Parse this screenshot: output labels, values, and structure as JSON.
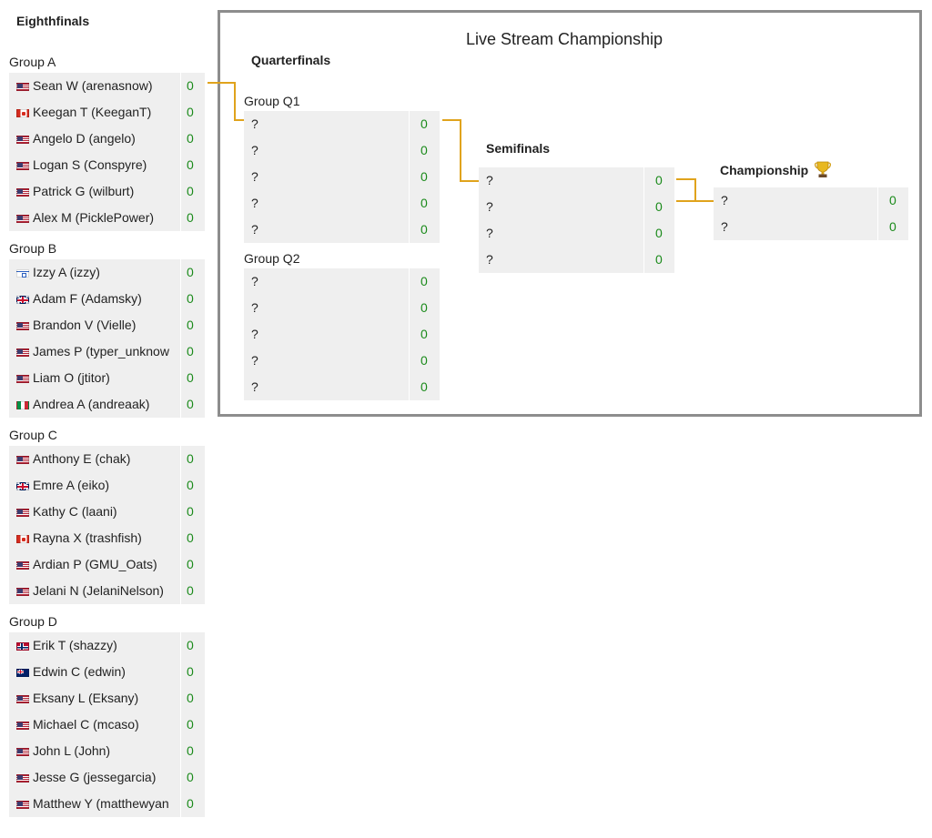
{
  "eighthfinals": {
    "title": "Eighthfinals",
    "groups": [
      {
        "label": "Group A",
        "players": [
          {
            "flag": "us",
            "name": "Sean W (arenasnow)",
            "score": "0"
          },
          {
            "flag": "ca",
            "name": "Keegan T (KeeganT)",
            "score": "0"
          },
          {
            "flag": "us",
            "name": "Angelo D (angelo)",
            "score": "0"
          },
          {
            "flag": "us",
            "name": "Logan S (Conspyre)",
            "score": "0"
          },
          {
            "flag": "us",
            "name": "Patrick G (wilburt)",
            "score": "0"
          },
          {
            "flag": "us",
            "name": "Alex M (PicklePower)",
            "score": "0"
          }
        ]
      },
      {
        "label": "Group B",
        "players": [
          {
            "flag": "il",
            "name": "Izzy A (izzy)",
            "score": "0"
          },
          {
            "flag": "gb",
            "name": "Adam F (Adamsky)",
            "score": "0"
          },
          {
            "flag": "us",
            "name": "Brandon V (Vielle)",
            "score": "0"
          },
          {
            "flag": "us",
            "name": "James P (typer_unknow",
            "score": "0"
          },
          {
            "flag": "us",
            "name": "Liam O (jtitor)",
            "score": "0"
          },
          {
            "flag": "it",
            "name": "Andrea A (andreaak)",
            "score": "0"
          }
        ]
      },
      {
        "label": "Group C",
        "players": [
          {
            "flag": "us",
            "name": "Anthony E (chak)",
            "score": "0"
          },
          {
            "flag": "gb",
            "name": "Emre A (eiko)",
            "score": "0"
          },
          {
            "flag": "us",
            "name": "Kathy C (laani)",
            "score": "0"
          },
          {
            "flag": "ca",
            "name": "Rayna X (trashfish)",
            "score": "0"
          },
          {
            "flag": "us",
            "name": "Ardian P (GMU_Oats)",
            "score": "0"
          },
          {
            "flag": "us",
            "name": "Jelani N (JelaniNelson)",
            "score": "0"
          }
        ]
      },
      {
        "label": "Group D",
        "players": [
          {
            "flag": "no",
            "name": "Erik T (shazzy)",
            "score": "0"
          },
          {
            "flag": "nz",
            "name": "Edwin C (edwin)",
            "score": "0"
          },
          {
            "flag": "us",
            "name": "Eksany L (Eksany)",
            "score": "0"
          },
          {
            "flag": "us",
            "name": "Michael C (mcaso)",
            "score": "0"
          },
          {
            "flag": "us",
            "name": "John L (John)",
            "score": "0"
          },
          {
            "flag": "us",
            "name": "Jesse G (jessegarcia)",
            "score": "0"
          },
          {
            "flag": "us",
            "name": "Matthew Y (matthewyan",
            "score": "0"
          }
        ]
      }
    ]
  },
  "bracket": {
    "title": "Live Stream Championship",
    "quarterfinals": {
      "title": "Quarterfinals",
      "groups": [
        {
          "label": "Group Q1",
          "slots": [
            {
              "name": "?",
              "score": "0"
            },
            {
              "name": "?",
              "score": "0"
            },
            {
              "name": "?",
              "score": "0"
            },
            {
              "name": "?",
              "score": "0"
            },
            {
              "name": "?",
              "score": "0"
            }
          ]
        },
        {
          "label": "Group Q2",
          "slots": [
            {
              "name": "?",
              "score": "0"
            },
            {
              "name": "?",
              "score": "0"
            },
            {
              "name": "?",
              "score": "0"
            },
            {
              "name": "?",
              "score": "0"
            },
            {
              "name": "?",
              "score": "0"
            }
          ]
        }
      ]
    },
    "semifinals": {
      "title": "Semifinals",
      "slots": [
        {
          "name": "?",
          "score": "0"
        },
        {
          "name": "?",
          "score": "0"
        },
        {
          "name": "?",
          "score": "0"
        },
        {
          "name": "?",
          "score": "0"
        }
      ]
    },
    "championship": {
      "title": "Championship",
      "icon": "trophy-icon",
      "slots": [
        {
          "name": "?",
          "score": "0"
        },
        {
          "name": "?",
          "score": "0"
        }
      ]
    }
  },
  "colors": {
    "connector": "#e0a31c",
    "score": "#1a8a1a",
    "card_bg": "#efefef",
    "frame_border": "#8d8d8d"
  }
}
